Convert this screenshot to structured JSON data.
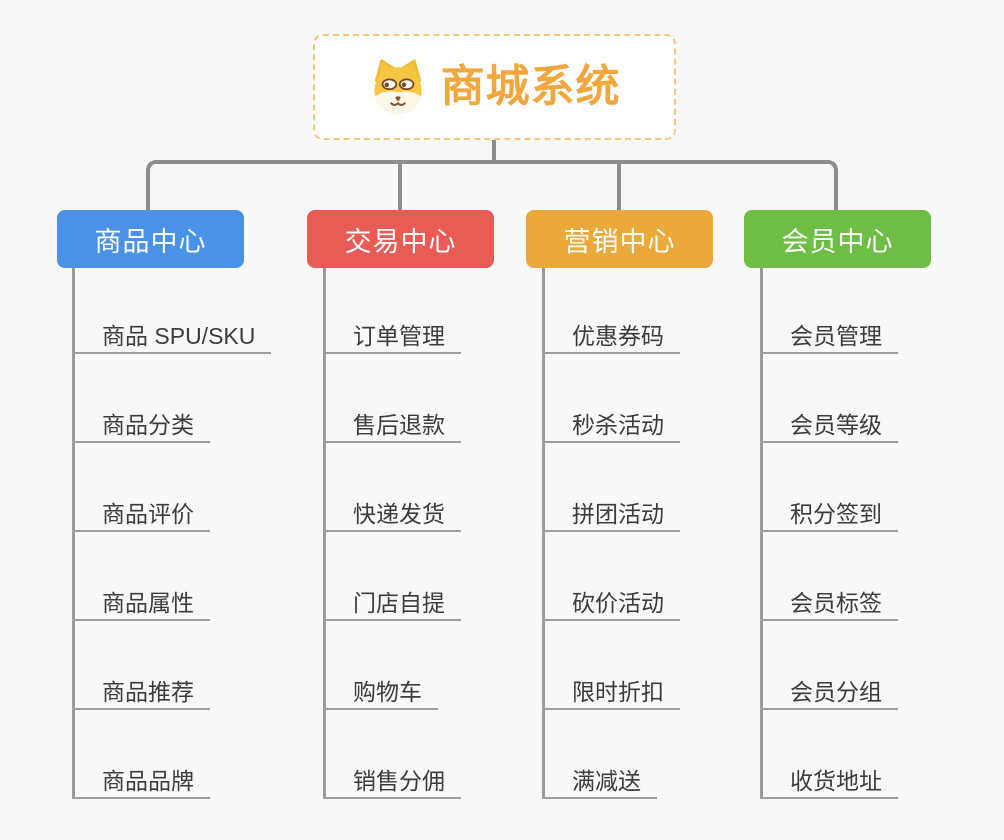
{
  "root": {
    "title": "商城系统",
    "icon": "dog-face-icon",
    "title_color": "#f1a73e",
    "border_color": "#f1c878"
  },
  "colors": {
    "background": "#f8f8f8",
    "connector": "#8d8d8d",
    "item_underline": "#9e9e9e",
    "item_text": "#3a3c40"
  },
  "branches": [
    {
      "label": "商品中心",
      "color": "#4a91e8",
      "items": [
        "商品 SPU/SKU",
        "商品分类",
        "商品评价",
        "商品属性",
        "商品推荐",
        "商品品牌"
      ]
    },
    {
      "label": "交易中心",
      "color": "#e85c55",
      "items": [
        "订单管理",
        "售后退款",
        "快递发货",
        "门店自提",
        "购物车",
        "销售分佣"
      ]
    },
    {
      "label": "营销中心",
      "color": "#eba93b",
      "items": [
        "优惠券码",
        "秒杀活动",
        "拼团活动",
        "砍价活动",
        "限时折扣",
        "满减送"
      ]
    },
    {
      "label": "会员中心",
      "color": "#6ebe45",
      "items": [
        "会员管理",
        "会员等级",
        "积分签到",
        "会员标签",
        "会员分组",
        "收货地址"
      ]
    }
  ]
}
